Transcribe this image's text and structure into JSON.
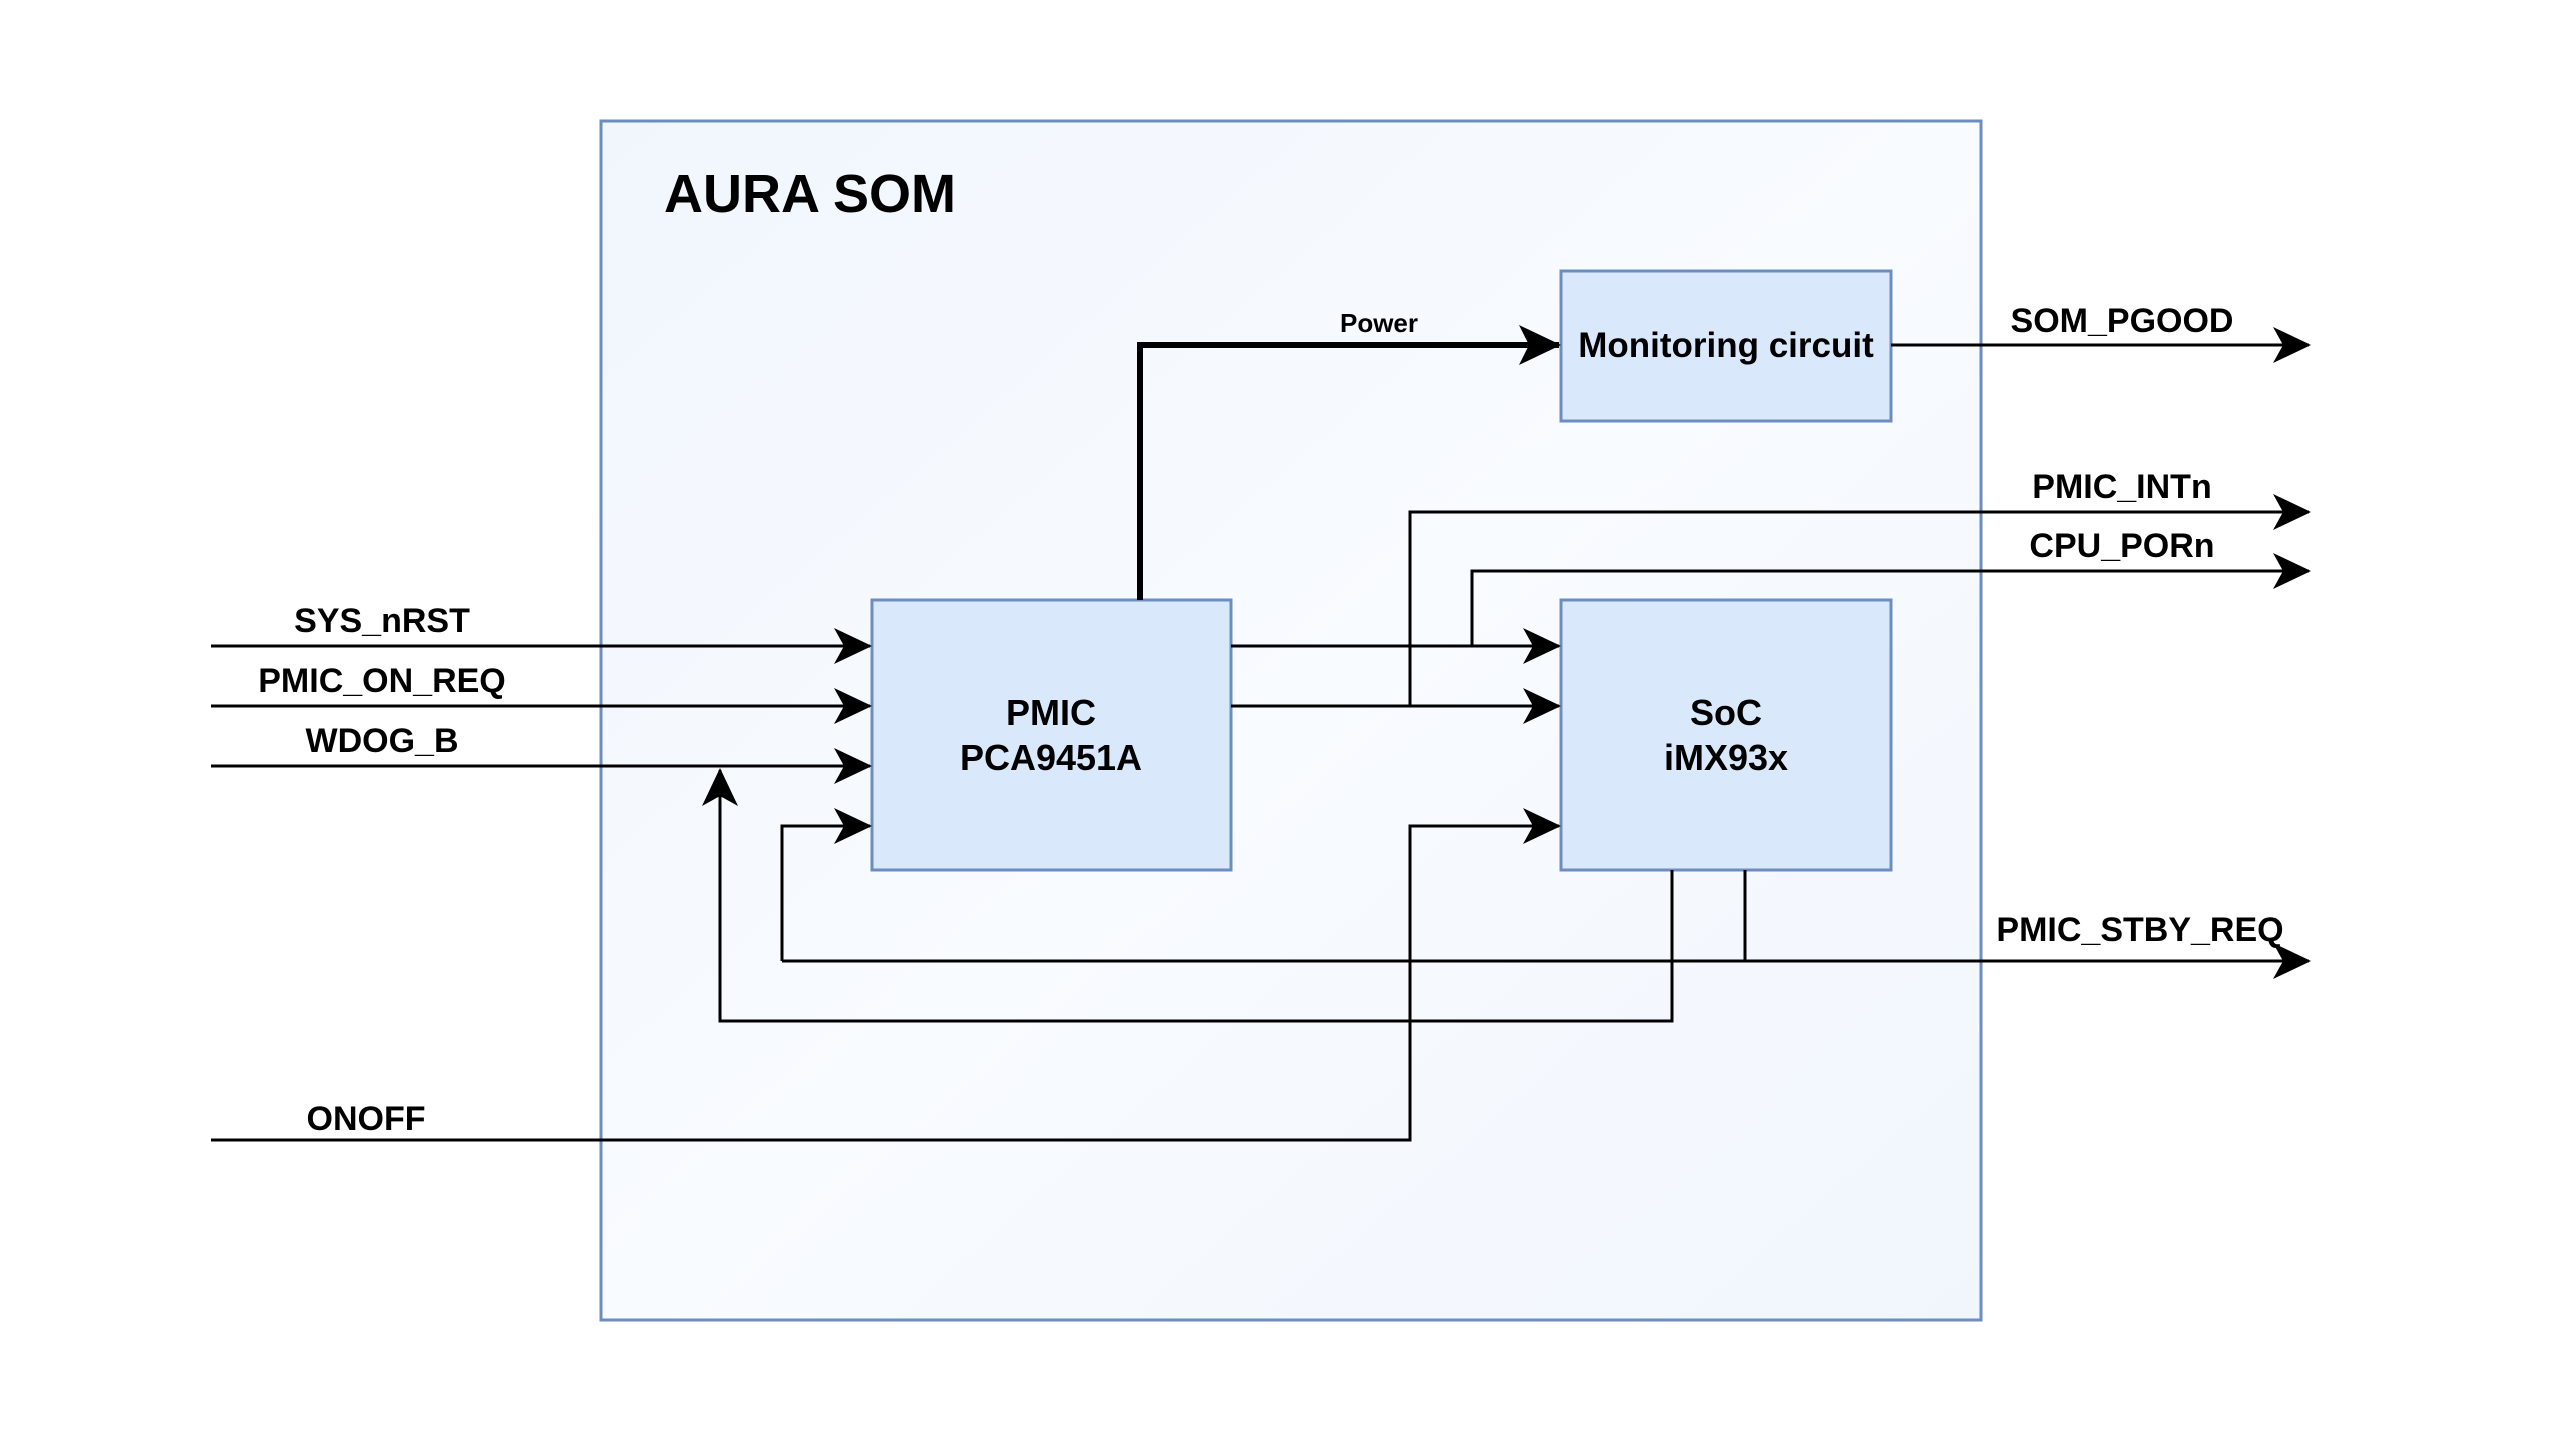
{
  "diagram": {
    "title": "AURA SOM",
    "blocks": {
      "pmic": {
        "line1": "PMIC",
        "line2": "PCA9451A"
      },
      "soc": {
        "line1": "SoC",
        "line2": "iMX93x"
      },
      "monitor": {
        "label": "Monitoring circuit"
      }
    },
    "inputs": {
      "sys_nrst": "SYS_nRST",
      "pmic_on_req": "PMIC_ON_REQ",
      "wdog_b": "WDOG_B",
      "onoff": "ONOFF"
    },
    "outputs": {
      "som_pgood": "SOM_PGOOD",
      "pmic_intn": "PMIC_INTn",
      "cpu_porn": "CPU_PORn",
      "pmic_stby_req": "PMIC_STBY_REQ"
    },
    "power_label": "Power",
    "colors": {
      "container_fill": "#f3f7fd",
      "container_stroke": "#6c8ebf",
      "block_fill": "#dae8fc",
      "block_stroke": "#6c8ebf",
      "wire": "#000000"
    }
  }
}
